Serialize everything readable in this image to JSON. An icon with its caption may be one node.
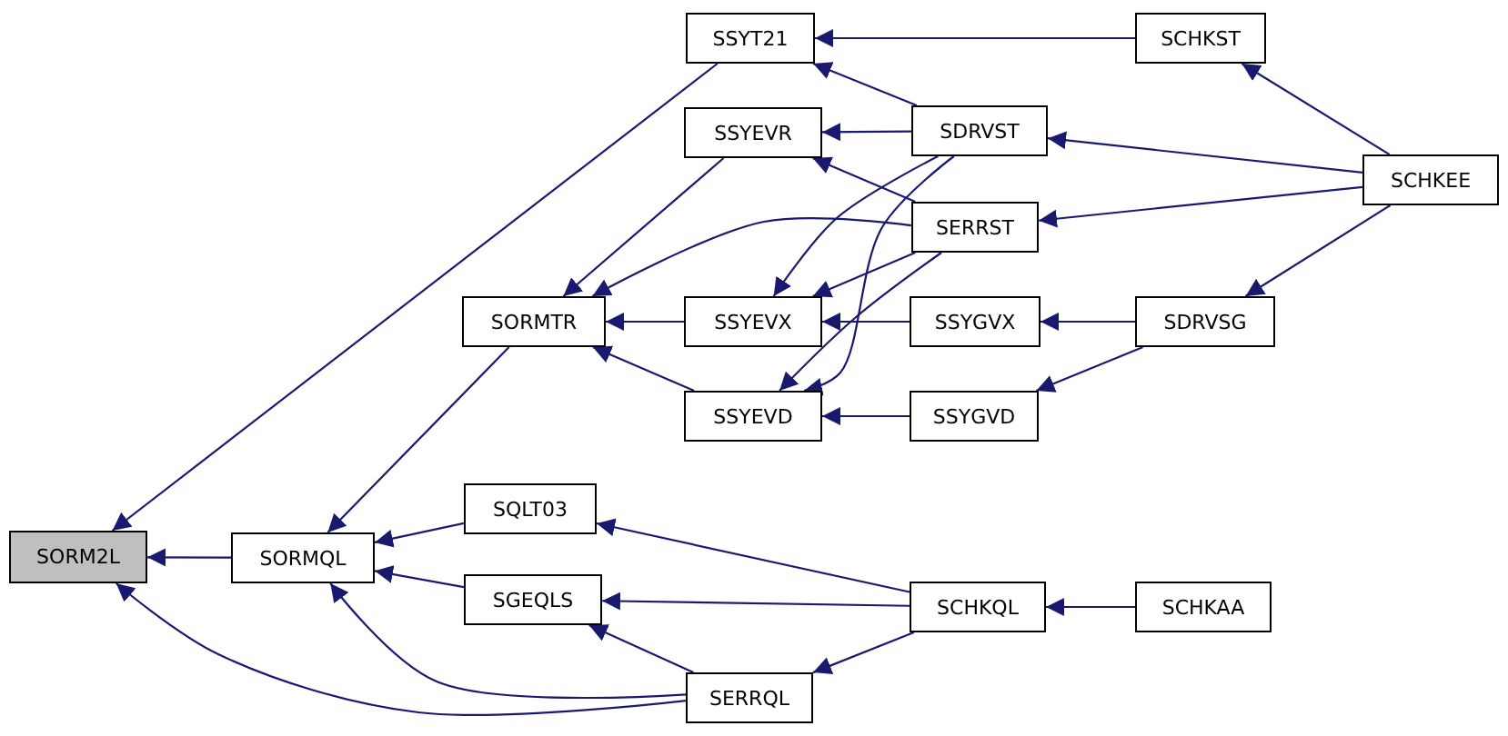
{
  "diagram": {
    "nodes": [
      {
        "text": [
          "SORM2L"
        ]
      },
      {
        "text": [
          "SORMQL"
        ]
      },
      {
        "text": [
          "SORMTR"
        ]
      },
      {
        "text": [
          "SQLT03"
        ]
      },
      {
        "text": [
          "SGEQLS"
        ]
      },
      {
        "text": [
          "SSYT21"
        ]
      },
      {
        "text": [
          "SSYEVR"
        ]
      },
      {
        "text": [
          "SSYEVX"
        ]
      },
      {
        "text": [
          "SSYEVD"
        ]
      },
      {
        "text": [
          "SERRQL"
        ]
      },
      {
        "text": [
          "SDRVST"
        ]
      },
      {
        "text": [
          "SERRST"
        ]
      },
      {
        "text": [
          "SSYGVX"
        ]
      },
      {
        "text": [
          "SSYGVD"
        ]
      },
      {
        "text": [
          "SCHKQL"
        ]
      },
      {
        "text": [
          "SCHKST"
        ]
      },
      {
        "text": [
          "SDRVSG"
        ]
      },
      {
        "text": [
          "SCHKAA"
        ]
      },
      {
        "text": [
          "SCHKEE"
        ]
      }
    ],
    "edges": [
      {
        "from": 1,
        "to": 0,
        "arrow": "to"
      },
      {
        "from": 5,
        "to": 0,
        "arrow": "to"
      },
      {
        "from": 9,
        "to": 0,
        "arrow": "to"
      },
      {
        "from": 2,
        "to": 1,
        "arrow": "to"
      },
      {
        "from": 3,
        "to": 1,
        "arrow": "to"
      },
      {
        "from": 4,
        "to": 1,
        "arrow": "to"
      },
      {
        "from": 9,
        "to": 1,
        "arrow": "to"
      },
      {
        "from": 6,
        "to": 2,
        "arrow": "to"
      },
      {
        "from": 11,
        "to": 2,
        "arrow": "to"
      },
      {
        "from": 7,
        "to": 2,
        "arrow": "to"
      },
      {
        "from": 8,
        "to": 2,
        "arrow": "to"
      },
      {
        "from": 15,
        "to": 5,
        "arrow": "to"
      },
      {
        "from": 10,
        "to": 5,
        "arrow": "to"
      },
      {
        "from": 10,
        "to": 6,
        "arrow": "to"
      },
      {
        "from": 11,
        "to": 6,
        "arrow": "to"
      },
      {
        "from": 10,
        "to": 7,
        "arrow": "to"
      },
      {
        "from": 11,
        "to": 7,
        "arrow": "to"
      },
      {
        "from": 12,
        "to": 7,
        "arrow": "to"
      },
      {
        "from": 10,
        "to": 8,
        "arrow": "to"
      },
      {
        "from": 11,
        "to": 8,
        "arrow": "to"
      },
      {
        "from": 13,
        "to": 8,
        "arrow": "to"
      },
      {
        "from": 14,
        "to": 3,
        "arrow": "to"
      },
      {
        "from": 14,
        "to": 4,
        "arrow": "to"
      },
      {
        "from": 9,
        "to": 4,
        "arrow": "to"
      },
      {
        "from": 14,
        "to": 9,
        "arrow": "to"
      },
      {
        "from": 18,
        "to": 10,
        "arrow": "to"
      },
      {
        "from": 18,
        "to": 11,
        "arrow": "to"
      },
      {
        "from": 16,
        "to": 12,
        "arrow": "to"
      },
      {
        "from": 16,
        "to": 13,
        "arrow": "to"
      },
      {
        "from": 18,
        "to": 15,
        "arrow": "to"
      },
      {
        "from": 18,
        "to": 16,
        "arrow": "to"
      },
      {
        "from": 17,
        "to": 14,
        "arrow": "to"
      }
    ]
  }
}
